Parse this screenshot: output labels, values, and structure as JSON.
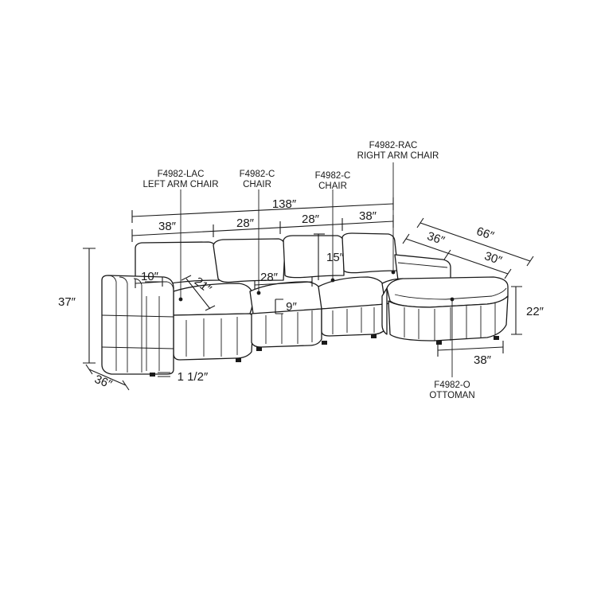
{
  "pieces": {
    "left_arm_chair": {
      "code": "F4982-LAC",
      "name": "LEFT ARM CHAIR"
    },
    "chair_1": {
      "code": "F4982-C",
      "name": "CHAIR"
    },
    "chair_2": {
      "code": "F4982-C",
      "name": "CHAIR"
    },
    "right_arm_chair": {
      "code": "F4982-RAC",
      "name": "RIGHT ARM CHAIR"
    },
    "ottoman": {
      "code": "F4982-O",
      "name": "OTTOMAN"
    }
  },
  "dimensions": {
    "total_width": "138″",
    "left_arm_chair_width": "38″",
    "chair_1_width": "28″",
    "chair_2_width": "28″",
    "right_arm_chair_width": "38″",
    "overall_depth_with_ottoman": "66″",
    "sofa_depth": "36″",
    "ottoman_depth": "30″",
    "overall_height": "37″",
    "arm_width": "10″",
    "seat_depth": "21″",
    "seat_width": "28″",
    "back_height": "15″",
    "seat_cushion_height": "9″",
    "ottoman_height": "22″",
    "ottoman_width": "38″",
    "side_depth": "36″",
    "leg_height": "1 1/2″"
  }
}
